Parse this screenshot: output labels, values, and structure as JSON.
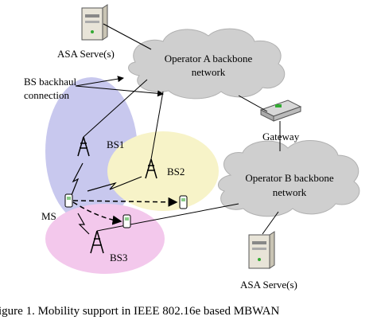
{
  "diagram": {
    "server_top_label": "ASA Serve(s)",
    "server_bottom_label": "ASA Serve(s)",
    "cloud_a": {
      "line1": "Operator A backbone",
      "line2": "network"
    },
    "cloud_b": {
      "line1": "Operator B backbone",
      "line2": "network"
    },
    "gateway_label": "Gateway",
    "backhaul_label": {
      "line1": "BS backhaul",
      "line2": "connection"
    },
    "bs1_label": "BS1",
    "bs2_label": "BS2",
    "bs3_label": "BS3",
    "ms_label": "MS",
    "colors": {
      "bs1_cell": "#c8c8ee",
      "bs2_cell": "#f7f3c8",
      "bs3_cell": "#f3c8ec",
      "cloud": "#cfcfcf"
    }
  },
  "caption": "igure 1. Mobility support in IEEE 802.16e based MBWAN"
}
